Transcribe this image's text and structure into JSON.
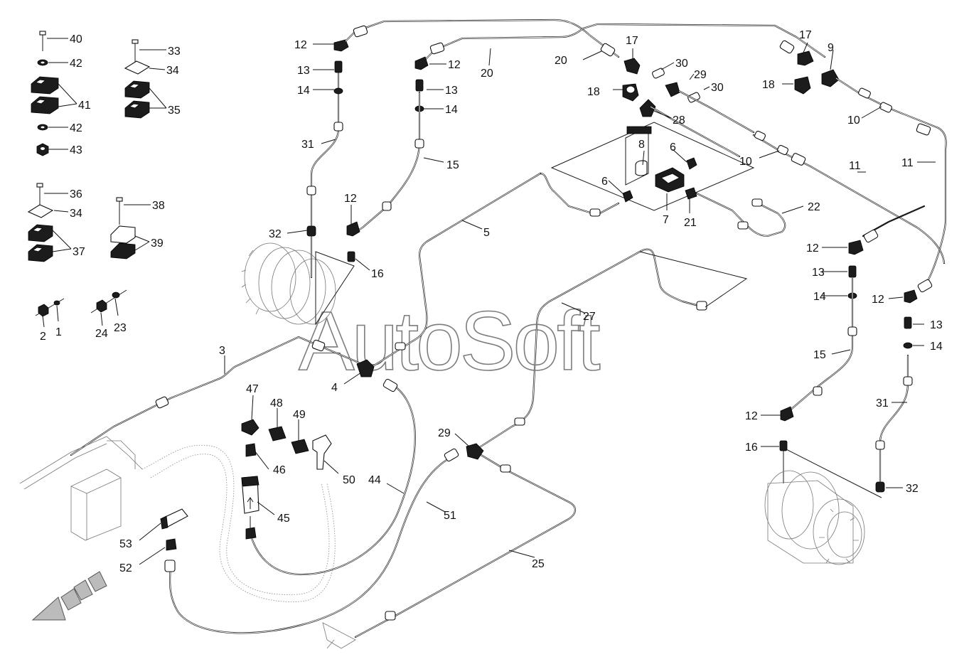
{
  "watermark": "AutoSoft",
  "callouts": {
    "p40": "40",
    "p42a": "42",
    "p41": "41",
    "p42b": "42",
    "p43": "43",
    "p33": "33",
    "p34a": "34",
    "p35": "35",
    "p36": "36",
    "p34b": "34",
    "p37": "37",
    "p38": "38",
    "p39": "39",
    "p2": "2",
    "p1": "1",
    "p24": "24",
    "p23": "23",
    "p12a": "12",
    "p13a": "13",
    "p14a": "14",
    "p31a": "31",
    "p32a": "32",
    "p12b": "12",
    "p13b": "13",
    "p14b": "14",
    "p15a": "15",
    "p12c": "12",
    "p16a": "16",
    "p20a": "20",
    "p20b": "20",
    "p17a": "17",
    "p18a": "18",
    "p30a": "30",
    "p29a": "29",
    "p30b": "30",
    "p28": "28",
    "p17b": "17",
    "p9": "9",
    "p18b": "18",
    "p10a": "10",
    "p10b": "10",
    "p11a": "11",
    "p11b": "11",
    "p8": "8",
    "p6a": "6",
    "p6b": "6",
    "p7": "7",
    "p21": "21",
    "p22": "22",
    "p5": "5",
    "p27": "27",
    "p3": "3",
    "p4": "4",
    "p47": "47",
    "p48": "48",
    "p49": "49",
    "p46": "46",
    "p50": "50",
    "p45": "45",
    "p44": "44",
    "p51": "51",
    "p29b": "29",
    "p53": "53",
    "p52": "52",
    "p25": "25",
    "p12d": "12",
    "p13c": "13",
    "p14c": "14",
    "p15b": "15",
    "p12e": "12",
    "p16b": "16",
    "p12f": "12",
    "p13d": "13",
    "p14d": "14",
    "p31b": "31",
    "p32b": "32"
  }
}
